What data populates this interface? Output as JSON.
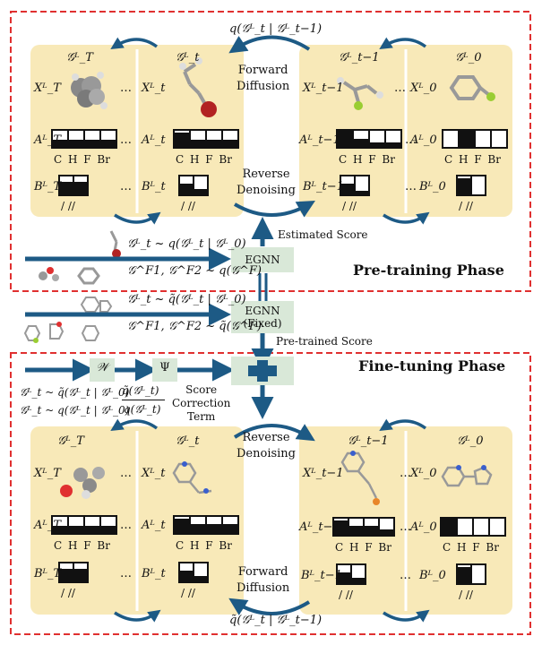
{
  "phases": {
    "pretraining": "Pre-training Phase",
    "finetuning": "Fine-tuning Phase"
  },
  "symbols": {
    "G_T": "𝒢ᴸ_T",
    "G_t": "𝒢ᴸ_t",
    "G_t1": "𝒢ᴸ_t−1",
    "G_0": "𝒢ᴸ_0",
    "X_T": "Xᴸ_T",
    "X_t": "Xᴸ_t",
    "X_t1": "Xᴸ_t−1",
    "X_0": "Xᴸ_0",
    "A_T": "Aᴸ_T",
    "A_t": "Aᴸ_t",
    "A_t1": "Aᴸ_t−1",
    "A_0": "Aᴸ_0",
    "B_T": "Bᴸ_T",
    "B_t": "Bᴸ_t",
    "B_t1": "Bᴸ_t−1",
    "B_0": "Bᴸ_0",
    "ellipsis": "…"
  },
  "atom_labels": "C H F Br",
  "bond_labels": "/ //",
  "top": {
    "forward_q": "q(𝒢ᴸ_t | 𝒢ᴸ_t−1)",
    "forward_label": "Forward\nDiffusion",
    "reverse_label": "Reverse\nDenoising",
    "estimated_score": "Estimated Score",
    "sample_eq": "𝒢ᴸ_t ~ q(𝒢ᴸ_t | 𝒢ᴸ_0)",
    "frag_eq": "𝒢^F1, 𝒢^F2 ~ q(𝒢^F)",
    "egnn": "EGNN"
  },
  "middle": {
    "sample_eq": "𝒢ᴸ_t ~ q̃(𝒢ᴸ_t | 𝒢ᴸ_0)",
    "frag_eq": "𝒢^F1, 𝒢^F2 ~ q̃(𝒢^F)",
    "egnn_fixed": "EGNN\n(Fixed)",
    "pretrained_score": "Pre-trained Score"
  },
  "bottom": {
    "w_symbol": "𝒲",
    "psi_symbol": "Ψ",
    "plus_symbol": "+",
    "eq1": "𝒢ᴸ_t ~ q̃(𝒢ᴸ_t | 𝒢ᴸ_0)",
    "eq2": "𝒢ᴸ_t ~ q(𝒢ᴸ_t | 𝒢ᴸ_0)",
    "ratio_num": "q̃(𝒢ᴸ_t)",
    "ratio_den": "q(𝒢ᴸ_t)",
    "score_correction": "Score\nCorrection\nTerm",
    "reverse_label": "Reverse\nDenoising",
    "forward_label": "Forward\nDiffusion",
    "forward_q": "q̃(𝒢ᴸ_t | 𝒢ᴸ_t−1)"
  },
  "colors": {
    "panel": "#f8e9b8",
    "dashed": "#e03030",
    "arrow": "#1d5a85",
    "box": "#d9e8d8"
  }
}
